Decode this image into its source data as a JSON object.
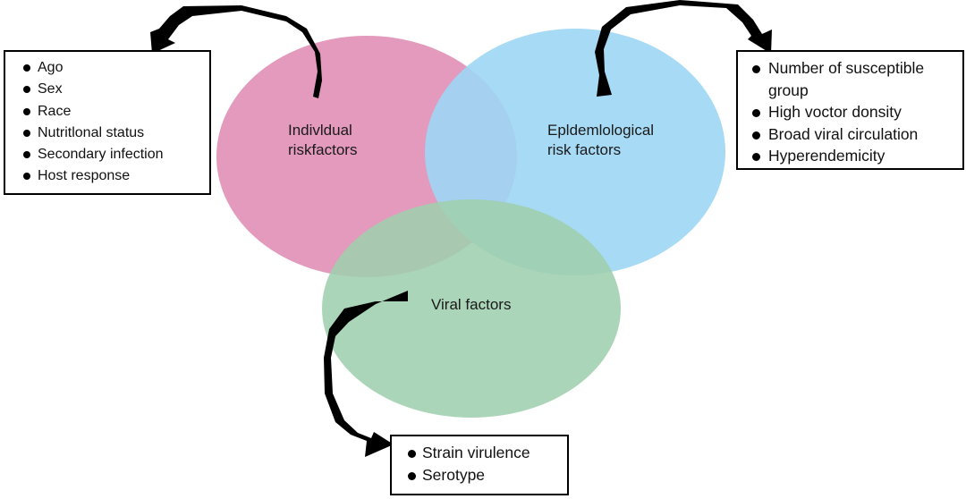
{
  "colors": {
    "individual": "#e195b9",
    "epidemiological": "#9dd6f4",
    "viral": "#9fcfae",
    "arrow": "#000000"
  },
  "circles": {
    "individual": {
      "label_line1": "Indivldual",
      "label_line2": "riskfactors"
    },
    "epidemiological": {
      "label_line1": "Epldemlological",
      "label_line2": "risk factors"
    },
    "viral": {
      "label": "Viral factors"
    }
  },
  "boxes": {
    "individual": {
      "items": [
        "Ago",
        "Sex",
        "Race",
        "Nutritlonal status",
        "Secondary infection",
        "Host response"
      ]
    },
    "epidemiological": {
      "items": [
        "Number of susceptible group",
        "High voctor donsity",
        "Broad viral circulation",
        "Hyperendemicity"
      ]
    },
    "viral": {
      "items": [
        "Strain virulence",
        "Serotype"
      ]
    }
  }
}
